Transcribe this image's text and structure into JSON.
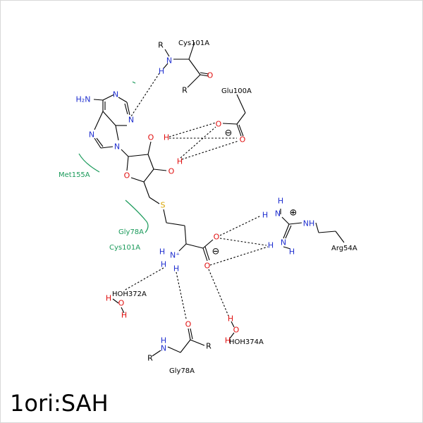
{
  "title": "1ori:SAH",
  "residues": {
    "cys101a_top": "Cys101A",
    "glu100a": "Glu100A",
    "met155a": "Met155A",
    "gly78a_contact": "Gly78A",
    "cys101a_contact": "Cys101A",
    "arg54a": "Arg54A",
    "hoh372a": "HOH372A",
    "hoh374a": "HOH374A",
    "gly78a_bottom": "Gly78A"
  },
  "atoms": {
    "R": "R",
    "N": "N",
    "H": "H",
    "O": "O",
    "S": "S",
    "NH": "NH",
    "H2N": "H₂N",
    "HN": "HN",
    "plus": "⊕",
    "minus": "⊖",
    "Nplus": "N⁺"
  },
  "colors": {
    "nitrogen": "#1f2fcf",
    "oxygen": "#e01010",
    "sulfur": "#d8a400",
    "contact": "#1a9a5a"
  }
}
